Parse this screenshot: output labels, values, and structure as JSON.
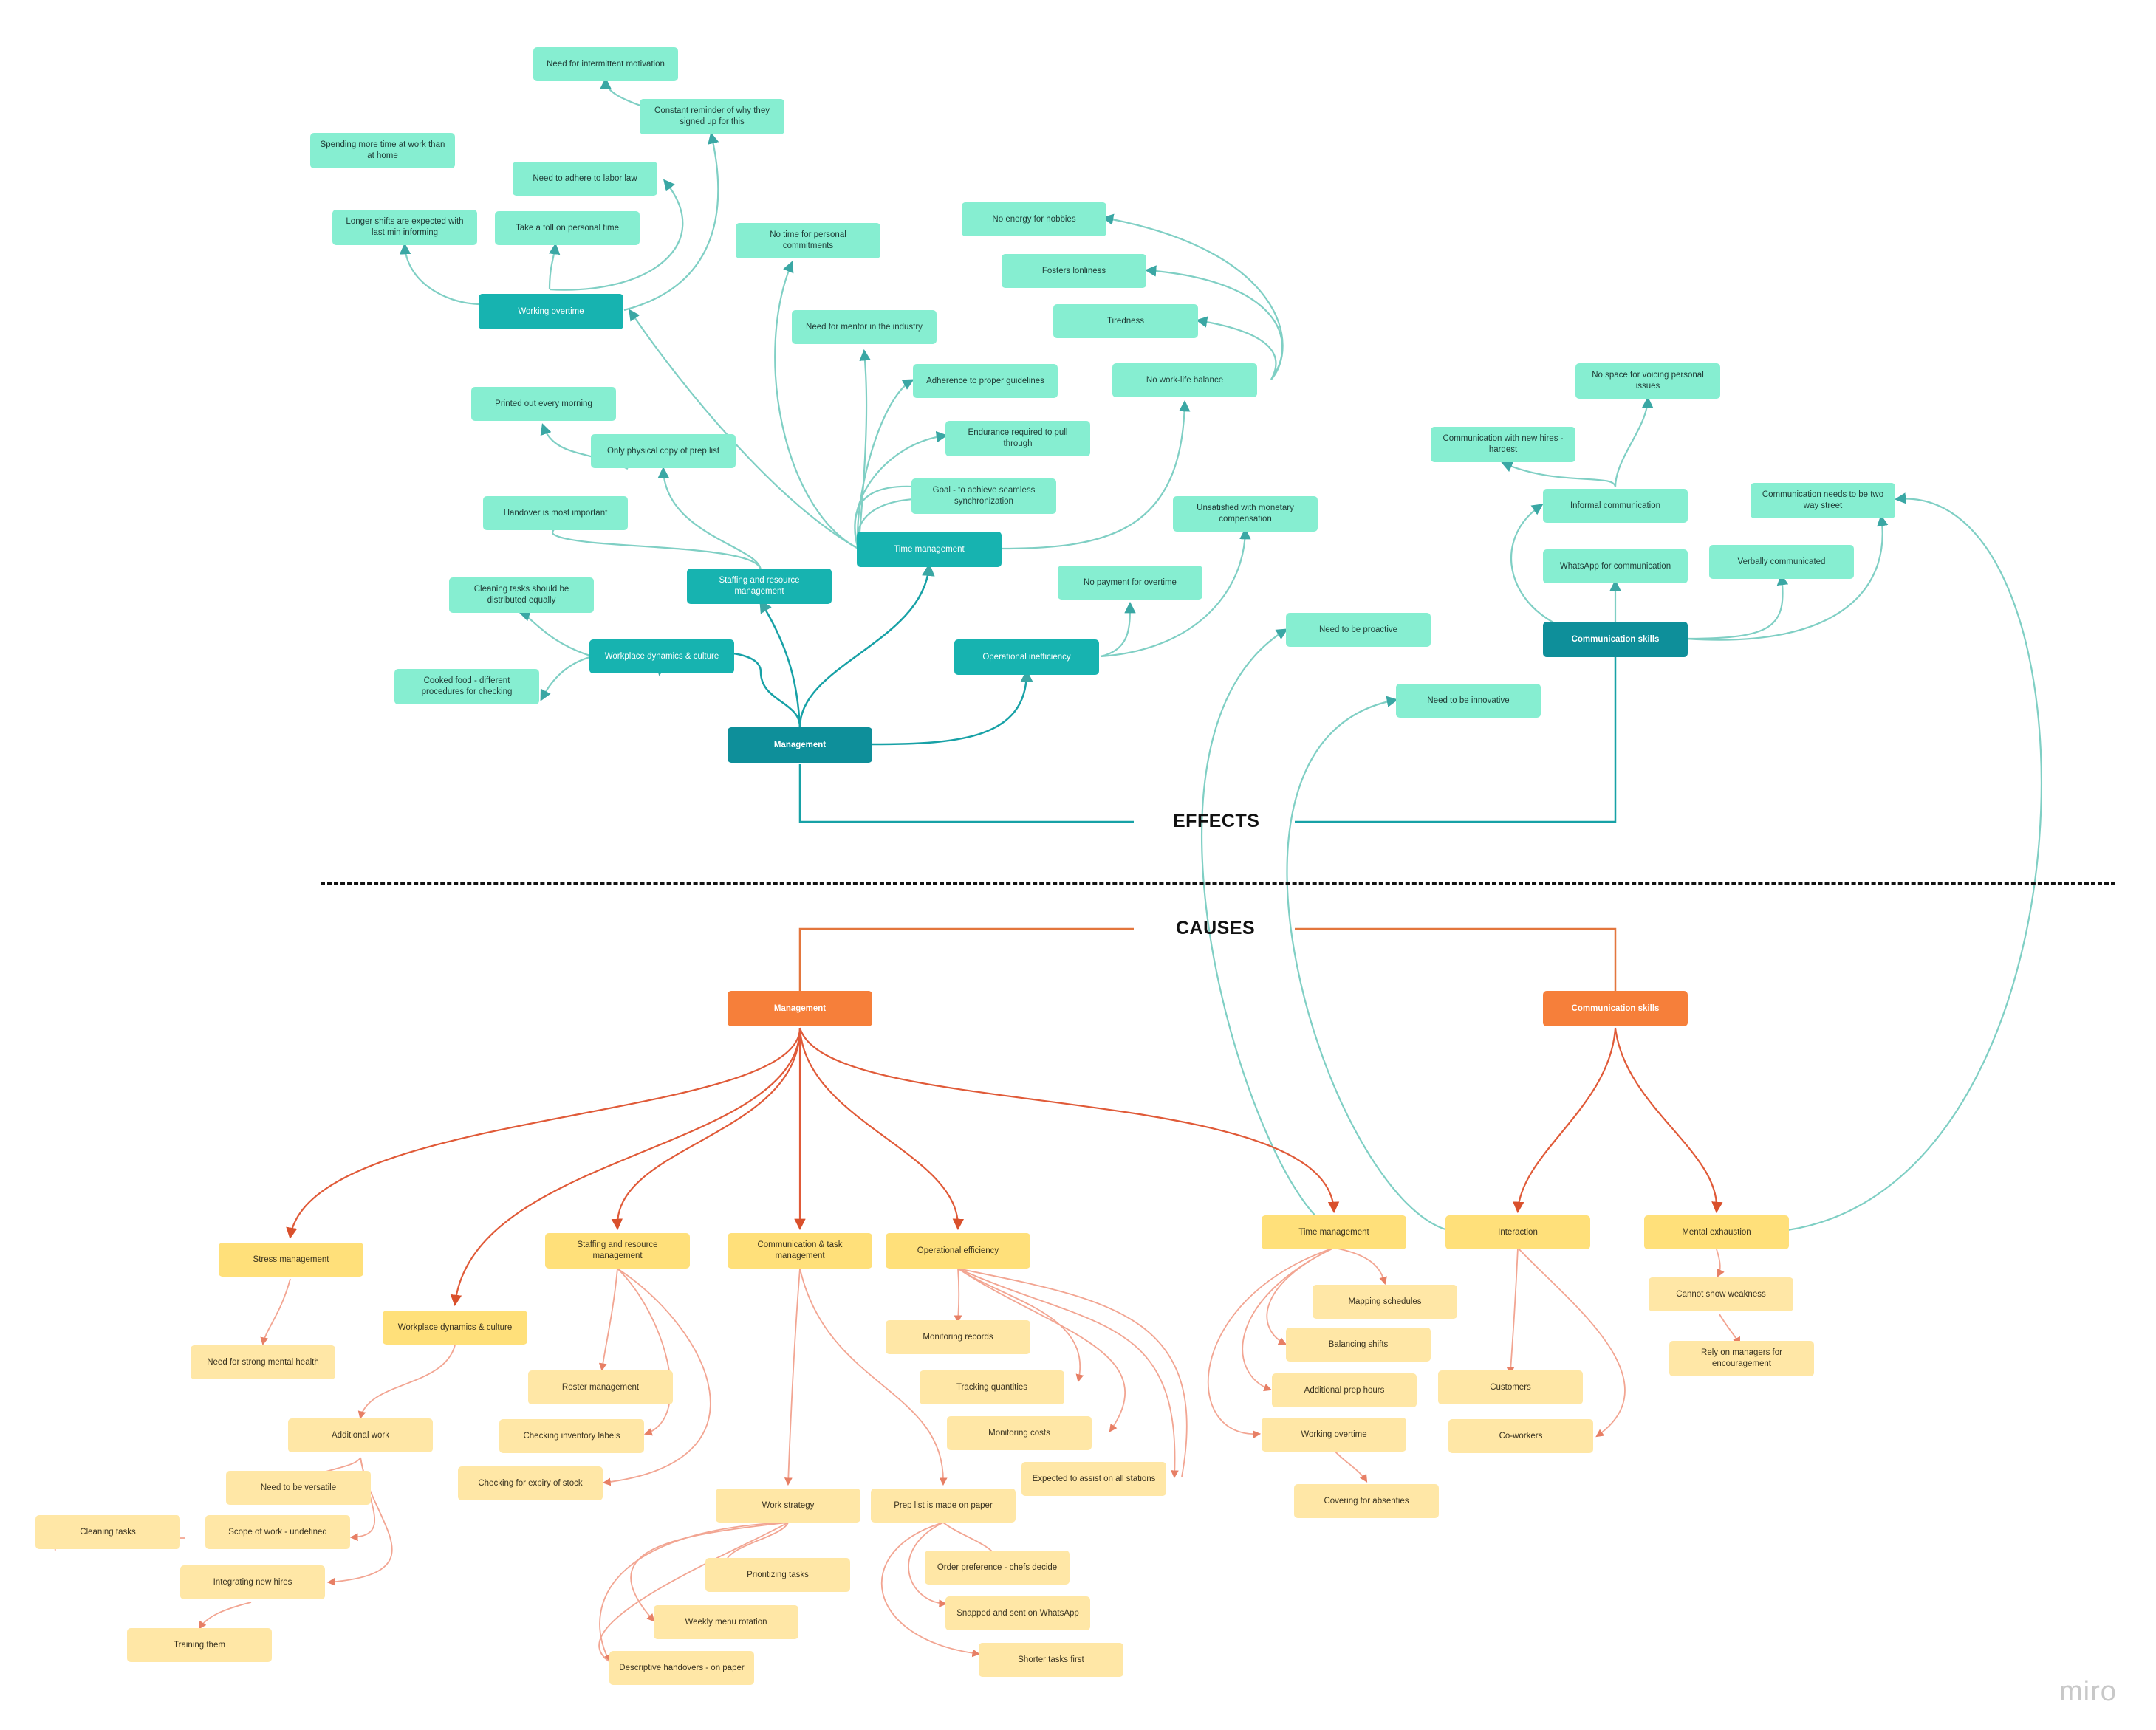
{
  "colors": {
    "effect_leaf": "#86eed1",
    "effect_branch": "#17b3b0",
    "effect_root": "#0e8f9a",
    "effect_link": "#7fcfc4",
    "cause_root": "#f67f3a",
    "cause_branch": "#ffe07a",
    "cause_leaf": "#ffe7a6",
    "cause_link": "#e05a38",
    "cause_link_light": "#f2a592"
  },
  "labels": {
    "effects": "EFFECTS",
    "causes": "CAUSES",
    "brand": "miro"
  },
  "effects": {
    "root_management": "Management",
    "root_communication": "Communication skills",
    "working_overtime": "Working overtime",
    "intermittent_motivation": "Need for intermittent motivation",
    "constant_reminder": "Constant reminder of why they signed up for this",
    "spending_time": "Spending more time at work than at home",
    "longer_shifts": "Longer shifts are expected with last min informing",
    "labor_law": "Need to adhere to labor law",
    "toll_personal": "Take a toll on personal time",
    "no_time_personal": "No time for personal commitments",
    "mentor": "Need for mentor in the industry",
    "no_energy": "No energy for hobbies",
    "loneliness": "Fosters lonliness",
    "tiredness": "Tiredness",
    "no_balance": "No work-life balance",
    "adherence": "Adherence to proper guidelines",
    "endurance": "Endurance required to pull through",
    "goal_sync": "Goal - to achieve seamless synchronization",
    "time_management": "Time management",
    "printed_morning": "Printed out every morning",
    "physical_copy": "Only physical copy of prep list",
    "handover": "Handover is most important",
    "staffing": "Staffing and resource management",
    "cleaning_equal": "Cleaning tasks should be distributed equally",
    "workplace": "Workplace dynamics & culture",
    "cooked_food": "Cooked food - different procedures for checking",
    "unsatisfied": "Unsatisfied with monetary compensation",
    "no_payment": "No payment for overtime",
    "operational": "Operational inefficiency",
    "proactive": "Need to be proactive",
    "innovative": "Need to be innovative",
    "no_space": "No space for voicing personal issues",
    "new_hires": "Communication with new hires - hardest",
    "informal": "Informal communication",
    "two_way": "Communication needs to be two way street",
    "whatsapp": "WhatsApp for communication",
    "verbally": "Verbally communicated"
  },
  "causes": {
    "root_management": "Management",
    "root_communication": "Communication skills",
    "stress": "Stress management",
    "mental_health": "Need for strong mental health",
    "staffing": "Staffing and resource management",
    "comm_task": "Communication & task management",
    "operational": "Operational efficiency",
    "time_management": "Time management",
    "interaction": "Interaction",
    "mental_exhaustion": "Mental exhaustion",
    "workplace": "Workplace dynamics & culture",
    "monitoring_records": "Monitoring records",
    "mapping_schedules": "Mapping schedules",
    "cannot_show": "Cannot show weakness",
    "balancing_shifts": "Balancing shifts",
    "rely_managers": "Rely on managers for encouragement",
    "roster": "Roster management",
    "tracking": "Tracking quantities",
    "additional_prep": "Additional prep hours",
    "customers": "Customers",
    "additional_work": "Additional work",
    "inventory": "Checking inventory labels",
    "monitoring_costs": "Monitoring costs",
    "working_overtime": "Working overtime",
    "coworkers": "Co-workers",
    "expiry": "Checking for expiry of stock",
    "assist_stations": "Expected to assist on all stations",
    "versatile": "Need to be versatile",
    "covering": "Covering for absenties",
    "work_strategy": "Work strategy",
    "prep_paper": "Prep list is made on paper",
    "cleaning_tasks": "Cleaning tasks",
    "scope_undefined": "Scope of work - undefined",
    "prioritizing": "Prioritizing tasks",
    "order_pref": "Order preference - chefs decide",
    "integrating": "Integrating new hires",
    "snapped": "Snapped and sent on WhatsApp",
    "menu_rotation": "Weekly menu rotation",
    "training": "Training them",
    "shorter_tasks": "Shorter tasks first",
    "descriptive": "Descriptive handovers - on paper"
  }
}
